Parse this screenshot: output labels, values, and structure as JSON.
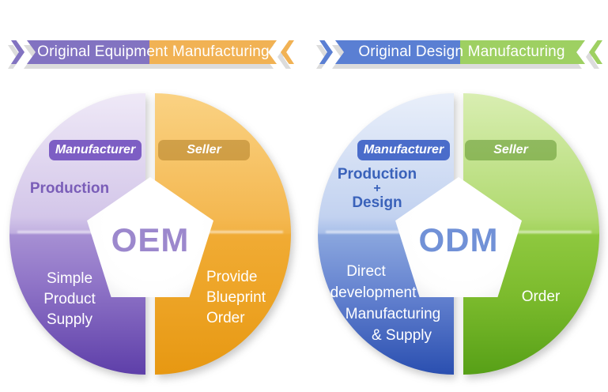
{
  "colors": {
    "oem_purple": "#8273c1",
    "oem_orange": "#f1b254",
    "odm_blue": "#5a7fd3",
    "odm_green": "#9ed062",
    "oem_center_text": "#9c88cd",
    "odm_center_text": "#7191d7",
    "ribbon_shadow": "#dcdcdc",
    "deep_purple": "#5e3fa9",
    "deep_orange": "#e79812",
    "deep_blue": "#2a4fb0",
    "deep_green": "#57a017"
  },
  "oem": {
    "title": "Original Equipment Manufacturing",
    "center_label": "OEM",
    "manufacturer": {
      "badge": "Manufacturer",
      "role_label": "Production",
      "flow_lines": [
        "Simple",
        "Product",
        "Supply"
      ]
    },
    "seller": {
      "badge": "Seller",
      "flow_lines": [
        "Provide",
        "Blueprint",
        "Order"
      ]
    }
  },
  "odm": {
    "title": "Original Design Manufacturing",
    "center_label": "ODM",
    "manufacturer": {
      "badge": "Manufacturer",
      "role_lines": [
        "Production",
        "+",
        "Design"
      ],
      "flow_lines": [
        "Direct",
        "development",
        "Manufacturing",
        "& Supply"
      ]
    },
    "seller": {
      "badge": "Seller",
      "flow_label": "Order"
    }
  }
}
